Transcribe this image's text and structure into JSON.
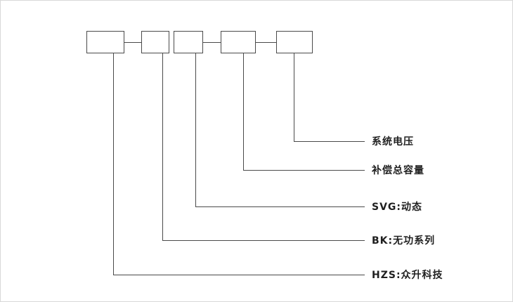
{
  "diagram": {
    "type": "model-nomenclature",
    "line_color": "#4a4a4a",
    "box_count": 5,
    "entries": [
      {
        "label": "系统电压"
      },
      {
        "label": "补偿总容量"
      },
      {
        "label": "SVG:动态"
      },
      {
        "label": "BK:无功系列"
      },
      {
        "label": "HZS:众升科技"
      }
    ]
  }
}
